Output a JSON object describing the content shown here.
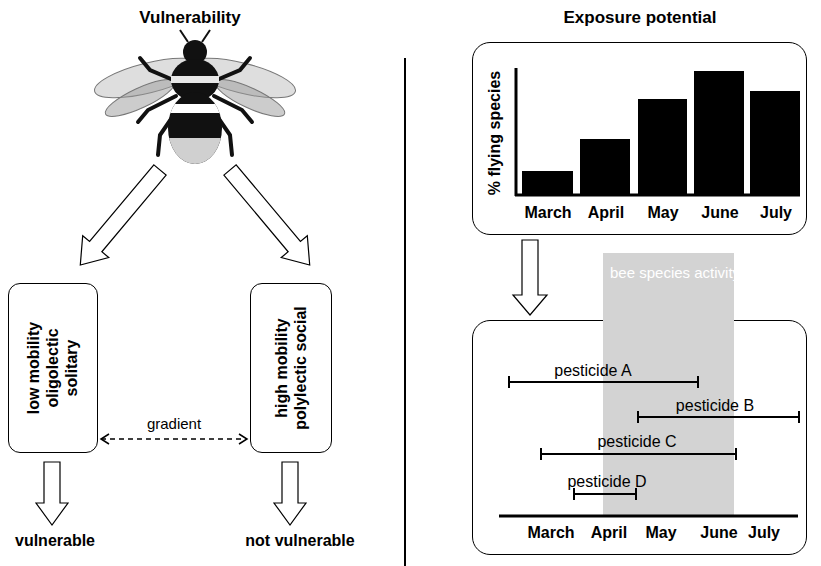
{
  "diagram": {
    "nodes": [
      {
        "text": [
          "low mobility oligolectic solitary"
        ]
      },
      {
        "text": [
          "high mobility polylectic social"
        ]
      },
      {
        "text": [
          "% flying species",
          "March",
          "April",
          "May",
          "June",
          "July"
        ]
      },
      {
        "text": [
          "pesticide A",
          "pesticide B",
          "pesticide C",
          "pesticide D",
          "March",
          "April",
          "May",
          "June",
          "July"
        ]
      },
      {
        "text": [
          "bee species activity"
        ],
        "in": 3
      }
    ],
    "edges": [
      {
        "from": 0,
        "to": 1,
        "label": "gradient",
        "arrow": "both"
      },
      {
        "from": 2,
        "to": 3,
        "arrow": "to"
      }
    ],
    "labels": [
      "Vulnerability",
      "Exposure potential",
      "vulnerable",
      "not vulnerable"
    ]
  }
}
